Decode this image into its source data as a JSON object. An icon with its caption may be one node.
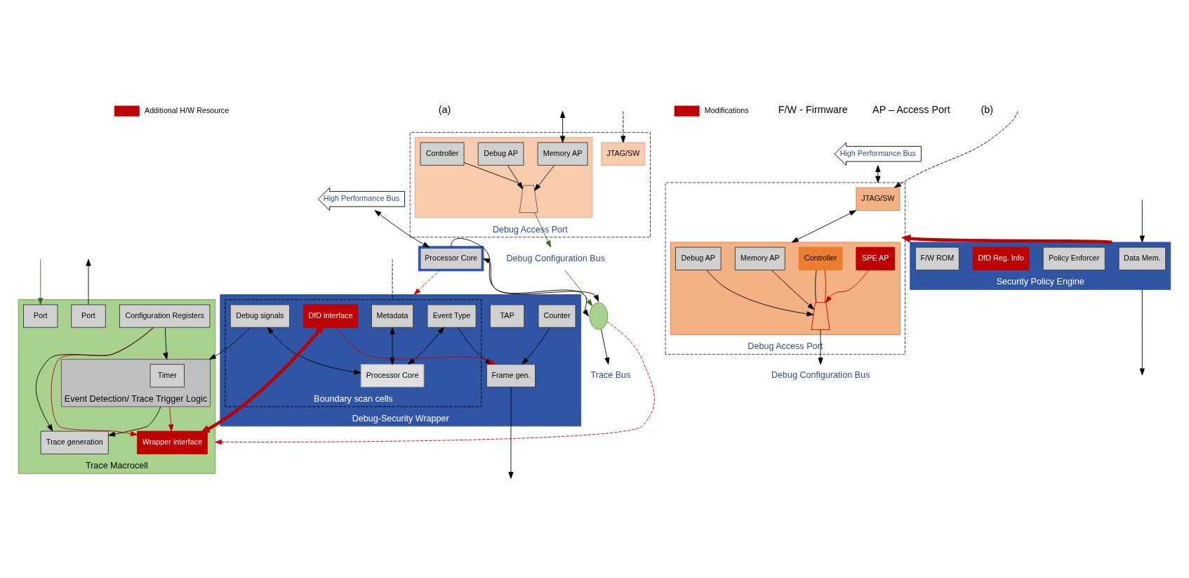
{
  "diagram": {
    "nodes": [
      {
        "text": [
          "Debug Access Port"
        ]
      },
      {
        "text": [
          "JTAG/SW"
        ],
        "in": 0
      },
      {
        "text": [],
        "shape": "box",
        "in": 0
      },
      {
        "text": [
          "Memory AP"
        ],
        "in": 2
      },
      {
        "text": [
          "Debug AP"
        ],
        "in": 2
      },
      {
        "text": [
          "Controller"
        ],
        "in": 2
      },
      {
        "text": [],
        "shape": "trapezoid",
        "in": 2
      },
      {
        "text": [
          "High Performance Bus"
        ]
      },
      {
        "text": [
          "Processor Core"
        ]
      },
      {
        "text": [],
        "shape": "semicircle"
      },
      {
        "text": [
          "Trace Bus"
        ]
      },
      {
        "text": [
          "Debug Configuration Bus"
        ]
      },
      {
        "text": [
          "Debug-Security Wrapper"
        ]
      },
      {
        "text": [
          "Boundary scan cells"
        ],
        "in": 12
      },
      {
        "text": [
          "Metadata"
        ],
        "in": 13
      },
      {
        "text": [
          "Debug signals"
        ],
        "in": 13
      },
      {
        "text": [
          "Event Type"
        ],
        "in": 13
      },
      {
        "text": [
          "Processor Core"
        ],
        "in": 13
      },
      {
        "text": [
          "DfD interface"
        ],
        "in": 13
      },
      {
        "text": [
          "Frame gen."
        ],
        "in": 12
      },
      {
        "text": [
          "TAP"
        ],
        "in": 12
      },
      {
        "text": [
          "Counter"
        ],
        "in": 12
      },
      {
        "text": [
          "Trace Macrocell"
        ]
      },
      {
        "text": [
          "Wrapper interface"
        ],
        "in": 22
      },
      {
        "text": [
          "Event Detection/ Trace Trigger Logic"
        ],
        "in": 22
      },
      {
        "text": [
          "Timer"
        ],
        "in": 24
      },
      {
        "text": [
          "Configuration Registers"
        ],
        "in": 22
      },
      {
        "text": [
          "Trace generation"
        ],
        "in": 22
      },
      {
        "text": [
          "Port"
        ],
        "in": 22
      },
      {
        "text": [
          "Port"
        ],
        "in": 22
      },
      {
        "text": [
          "Debug Access Port"
        ]
      },
      {
        "text": [
          "JTAG/SW"
        ],
        "in": 30
      },
      {
        "text": [],
        "shape": "box",
        "in": 30
      },
      {
        "text": [
          "Memory AP"
        ],
        "in": 32
      },
      {
        "text": [
          "Debug AP"
        ],
        "in": 32
      },
      {
        "text": [
          "SPE AP"
        ],
        "in": 32
      },
      {
        "text": [
          "Controller"
        ],
        "in": 32
      },
      {
        "text": [],
        "shape": "trapezoid",
        "in": 32
      },
      {
        "text": [
          "High Performance Bus"
        ]
      },
      {
        "text": [
          "Debug Configuration Bus"
        ]
      },
      {
        "text": [
          "Security Policy Engine"
        ]
      },
      {
        "text": [
          "Data Mem."
        ],
        "in": 40
      },
      {
        "text": [
          "Policy Enforcer"
        ],
        "in": 40
      },
      {
        "text": [
          "DfD Reg. Info"
        ],
        "in": 40
      },
      {
        "text": [
          "F/W ROM"
        ],
        "in": 40
      }
    ],
    "edges": [
      {
        "from": null,
        "to": 1,
        "arrow": "to",
        "style": "dashed"
      },
      {
        "from": 3,
        "to": 6,
        "arrow": "to"
      },
      {
        "from": 4,
        "to": 6,
        "arrow": "to"
      },
      {
        "from": 5,
        "to": 6,
        "arrow": "none"
      },
      {
        "from": null,
        "to": 3,
        "arrow": "both"
      },
      {
        "from": 7,
        "to": 8,
        "arrow": "both"
      },
      {
        "from": 8,
        "to": 9,
        "arrow": "both"
      },
      {
        "from": 8,
        "to": 9,
        "arrow": "to"
      },
      {
        "from": 9,
        "to": 10,
        "arrow": "to"
      },
      {
        "from": 6,
        "to": 11,
        "arrow": "to",
        "color": "#3a6b1e"
      },
      {
        "from": 11,
        "to": 9,
        "arrow": "to",
        "color": "#3a6b1e"
      },
      {
        "from": 8,
        "to": 12,
        "arrow": "to",
        "style": "dashed",
        "color": "#cc0000"
      },
      {
        "from": 9,
        "to": 22,
        "arrow": "to",
        "style": "dashed",
        "color": "#cc0000"
      },
      {
        "from": null,
        "to": 13,
        "arrow": "none",
        "style": "dashed"
      },
      {
        "from": 14,
        "to": 17,
        "arrow": "both"
      },
      {
        "from": 15,
        "to": 17,
        "arrow": "both"
      },
      {
        "from": 16,
        "to": 17,
        "arrow": "both"
      },
      {
        "from": 15,
        "to": 24,
        "arrow": "to"
      },
      {
        "from": 16,
        "to": 19,
        "arrow": "to"
      },
      {
        "from": 21,
        "to": 19,
        "arrow": "to"
      },
      {
        "from": 18,
        "to": 19,
        "arrow": "to",
        "color": "#c00000"
      },
      {
        "from": 19,
        "to": null,
        "arrow": "to"
      },
      {
        "from": 18,
        "to": 23,
        "arrow": "both",
        "style": "thick",
        "color": "#c00000"
      },
      {
        "from": 24,
        "to": 23,
        "arrow": "to",
        "color": "#c00000"
      },
      {
        "from": 26,
        "to": 23,
        "arrow": "to",
        "color": "#c00000"
      },
      {
        "from": 26,
        "to": 24,
        "arrow": "to"
      },
      {
        "from": 24,
        "to": 27,
        "arrow": "to"
      },
      {
        "from": 26,
        "to": 27,
        "arrow": "to"
      },
      {
        "from": 28,
        "to": null,
        "arrow": "to"
      },
      {
        "from": null,
        "to": 29,
        "arrow": "to",
        "color": "#3a6b1e"
      },
      {
        "from": null,
        "to": 31,
        "arrow": "to",
        "style": "dashed"
      },
      {
        "from": 31,
        "to": 32,
        "arrow": "both"
      },
      {
        "from": 33,
        "to": 37,
        "arrow": "to"
      },
      {
        "from": 34,
        "to": 37,
        "arrow": "to"
      },
      {
        "from": 35,
        "to": 37,
        "arrow": "to",
        "color": "#c00000"
      },
      {
        "from": 36,
        "to": 37,
        "arrow": "none"
      },
      {
        "from": 36,
        "to": 37,
        "arrow": "none",
        "color": "#c00000"
      },
      {
        "from": 38,
        "to": 30,
        "arrow": "both"
      },
      {
        "from": 37,
        "to": 39,
        "arrow": "to"
      },
      {
        "from": 40,
        "to": 30,
        "arrow": "to",
        "style": "thick",
        "color": "#c00000"
      },
      {
        "from": 40,
        "to": null,
        "arrow": "to"
      },
      {
        "from": null,
        "to": 40,
        "arrow": "to"
      }
    ],
    "labels": [
      "(a)",
      "(b)",
      "AP – Access Port",
      "F/W - Firmware"
    ],
    "legend": [
      {
        "text": "Additional H/W Resource",
        "color": "#c00000"
      },
      {
        "text": "Modifications",
        "color": "#c00000"
      }
    ]
  }
}
